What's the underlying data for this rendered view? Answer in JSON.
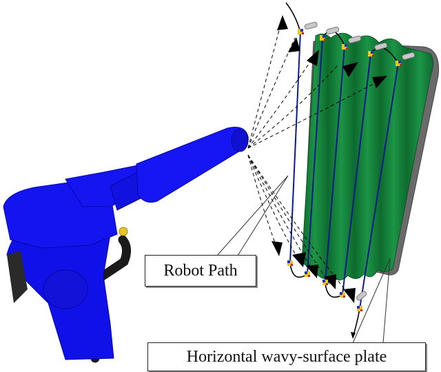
{
  "figure": {
    "labels": {
      "robot_path": "Robot Path",
      "plate": "Horizontal wavy-surface plate"
    },
    "colors": {
      "robot_body": "#1010e8",
      "robot_shadow": "#0a0aa8",
      "cable": "#1a1a1a",
      "plate_green": "#0f7a35",
      "plate_green_light": "#1e9a48",
      "plate_frame": "#6a6a6a",
      "path_line": "#0a1a8a",
      "bolt_yellow": "#e8c820"
    },
    "elements": {
      "robot_arm": "industrial-robot-arm",
      "plate": "wavy-surface-plate",
      "tool_poses": 9,
      "path_passes": 5
    }
  }
}
